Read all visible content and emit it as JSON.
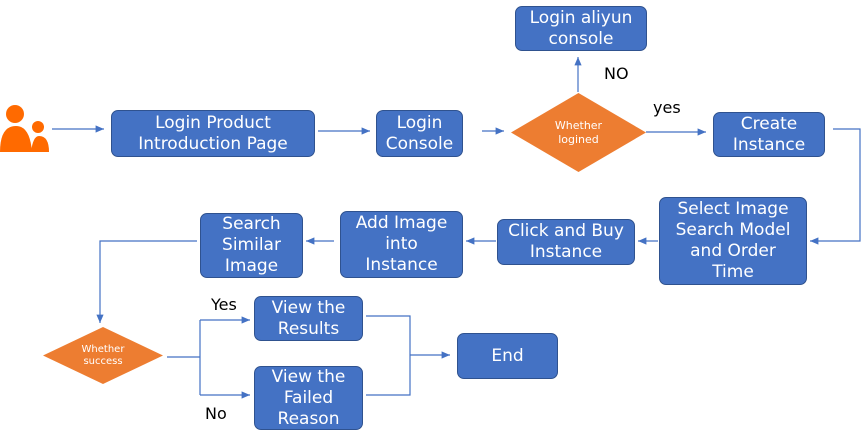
{
  "nodes": {
    "login_product": "Login Product\nIntroduction Page",
    "login_console": "Login\nConsole",
    "whether_logined": "Whether\nlogined",
    "login_aliyun": "Login aliyun\nconsole",
    "create_instance": "Create\nInstance",
    "select_image": "Select Image\nSearch Model\nand Order\nTime",
    "click_buy": "Click and Buy\nInstance",
    "add_image": "Add Image\ninto\nInstance",
    "search_similar": "Search\nSimilar\nImage",
    "whether_success": "Whether\nsuccess",
    "view_results": "View the\nResults",
    "view_failed": "View the\nFailed\nReason",
    "end": "End"
  },
  "labels": {
    "no_top": "NO",
    "yes_top": "yes",
    "yes_bottom": "Yes",
    "no_bottom": "No"
  },
  "colors": {
    "box": "#4472c4",
    "decision": "#ed7d31",
    "line": "#4472c4",
    "user_icon": "#ff6a00"
  }
}
